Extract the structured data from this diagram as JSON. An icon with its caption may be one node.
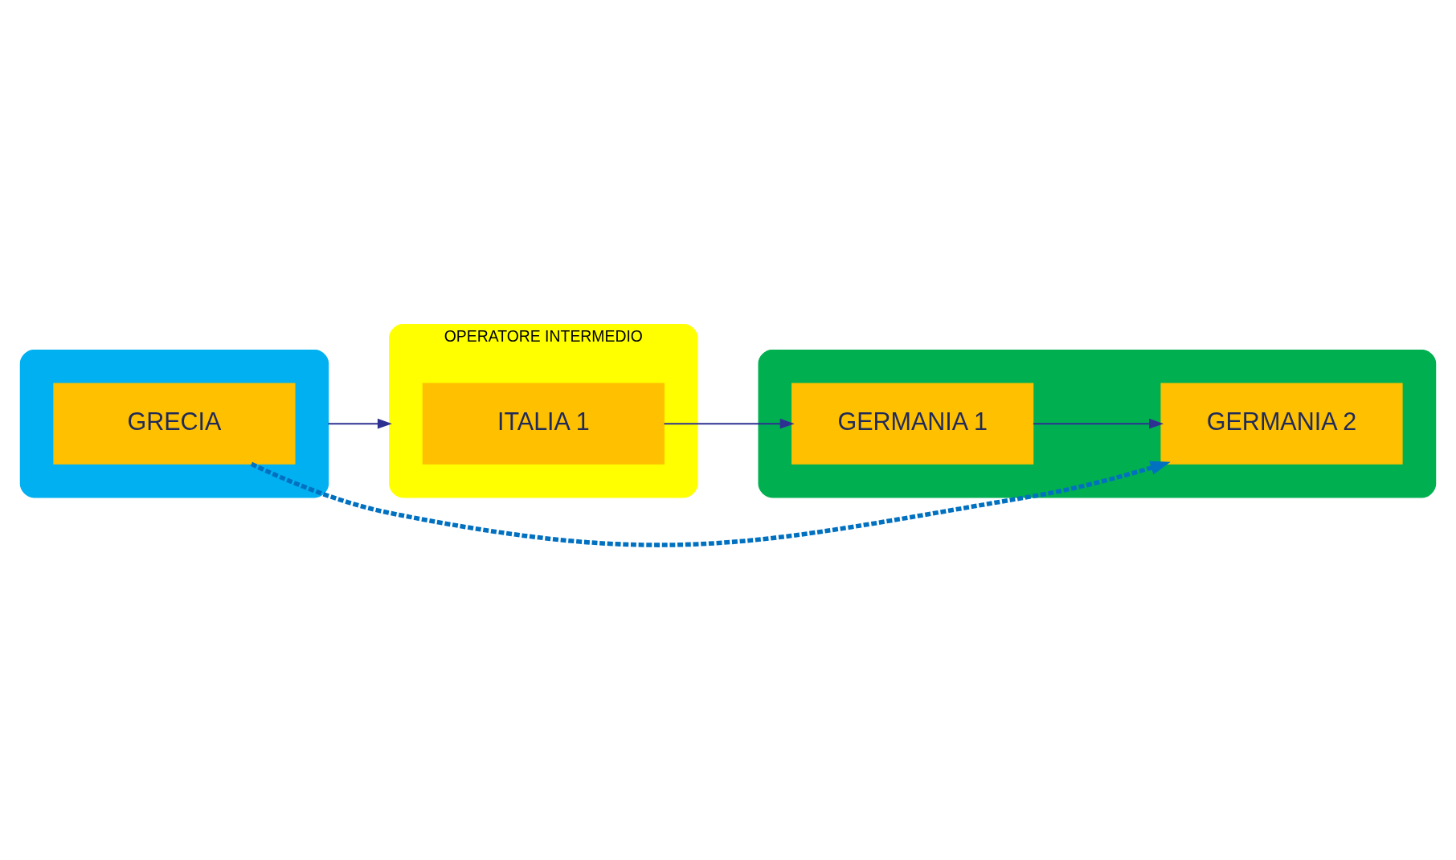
{
  "diagram": {
    "nodes": [
      {
        "text": [],
        "shape": "ellipse"
      },
      {
        "text": [
          "GRECIA"
        ],
        "in": 0
      },
      {
        "text": [
          "OPERATORE INTERMEDIO"
        ]
      },
      {
        "text": [
          "ITALIA 1"
        ],
        "in": 2
      },
      {
        "text": [],
        "shape": "ellipse"
      },
      {
        "text": [
          "GERMANIA 2"
        ],
        "in": 4
      },
      {
        "text": [
          "GERMANIA 1"
        ],
        "in": 4
      }
    ],
    "edges": [
      {
        "from": 0,
        "to": 2,
        "arrow": "to"
      },
      {
        "from": 3,
        "to": 6,
        "arrow": "to"
      },
      {
        "from": 6,
        "to": 5,
        "arrow": "to"
      },
      {
        "from": 1,
        "to": 5,
        "arrow": "to",
        "style": "dashed",
        "color": "#0070c0"
      }
    ]
  }
}
